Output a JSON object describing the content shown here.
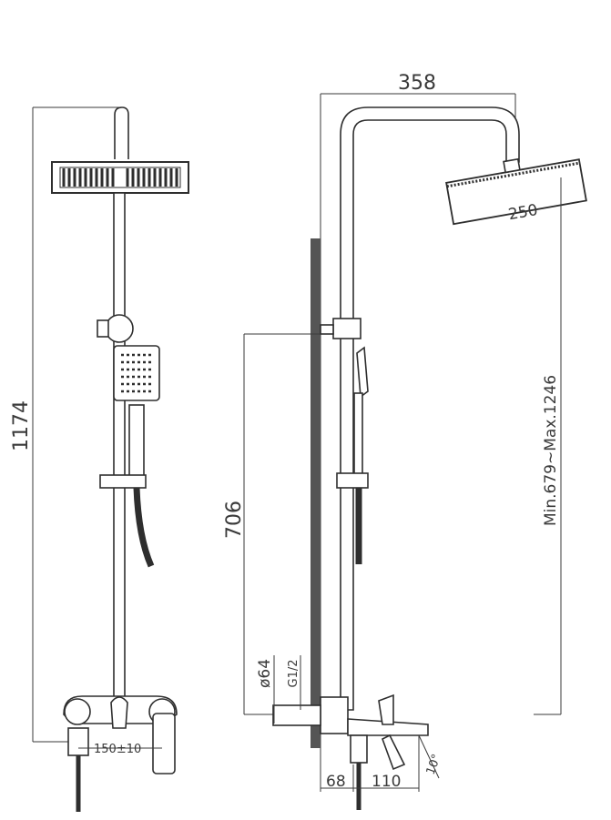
{
  "dimensions": {
    "total_height": "1174",
    "top_width": "358",
    "showerhead_width": "250",
    "height_range": "Min.679~Max.1246",
    "slide_height": "706",
    "pipe_diameter": "ø64",
    "thread": "G1/2",
    "center_distance": "150±10",
    "wall_offset": "68",
    "spout_length": "110",
    "spout_angle": "10°"
  }
}
